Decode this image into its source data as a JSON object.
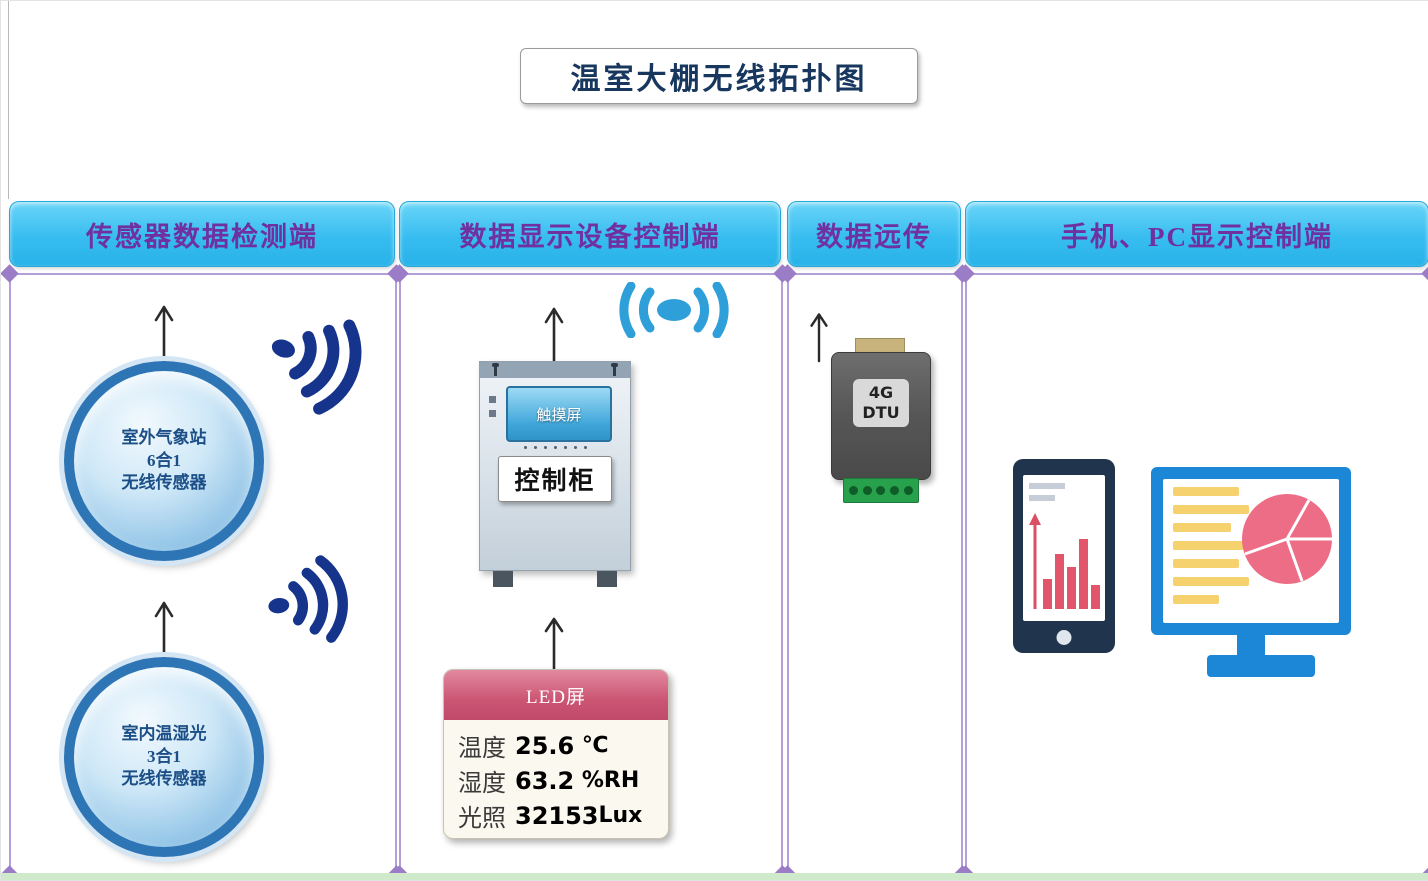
{
  "title": "温室大棚无线拓扑图",
  "columns": [
    {
      "header": "传感器数据检测端"
    },
    {
      "header": "数据显示设备控制端"
    },
    {
      "header": "数据远传"
    },
    {
      "header": "手机、PC显示控制端"
    }
  ],
  "sensors": [
    {
      "name": "室外气象站",
      "type": "6合1",
      "kind": "无线传感器"
    },
    {
      "name": "室内温湿光",
      "type": "3合1",
      "kind": "无线传感器"
    }
  ],
  "cabinet": {
    "screen": "触摸屏",
    "label": "控制柜"
  },
  "dtu": {
    "line1": "4G",
    "line2": "DTU"
  },
  "led": {
    "header": "LED屏",
    "rows": [
      {
        "label": "温度",
        "value": "25.6",
        "unit": " ℃"
      },
      {
        "label": "湿度",
        "value": "63.2",
        "unit": " %RH"
      },
      {
        "label": "光照",
        "value": "32153",
        "unit": "Lux"
      }
    ]
  },
  "colors": {
    "header_bg": "#38bdf0",
    "header_text": "#7030a0",
    "frame_purple": "#b49fd8",
    "signal_navy": "#16348c",
    "broadcast_blue": "#2e9fd8",
    "led_header_pink": "#cb5573",
    "terminal_green": "#27a14b",
    "bar_red": "#e2556b",
    "pie_pink": "#ec6d85",
    "line_yellow": "#f6d26e"
  }
}
